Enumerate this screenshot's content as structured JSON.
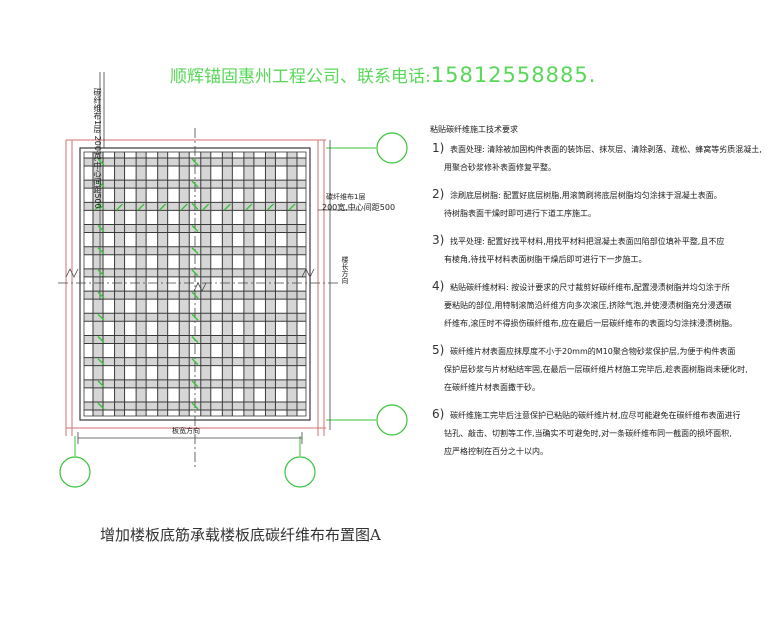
{
  "banner": {
    "company": "顺辉锚固惠州工程公司、联系电话:",
    "phone": "15812558885."
  },
  "drawing": {
    "title": "增加楼板底筋承载楼板底碳纤维布布置图A",
    "label_left_layer": "碳纤维布1层",
    "label_left_spec": "200宽,中心间距500",
    "label_right_layer": "碳纤维布1层",
    "label_right_spec": "200宽,中心间距500",
    "label_long_dir": "楼长方向",
    "label_short_dir": "板宽方向",
    "colors": {
      "grid_line": "#3a3a3a",
      "strip_fill": "#cfcfcf",
      "green": "#39c239",
      "red_axis": "#d07070",
      "dim_line": "#444444"
    }
  },
  "notes": {
    "title": "粘贴碳纤维施工技术要求",
    "items": [
      {
        "num": "1)",
        "lines": [
          "表面处理: 清除被加固构件表面的装饰层、抹灰层、清除剥落、疏松、蜂窝等劣质混凝土,",
          "用聚合砂浆修补表面修复平整。"
        ]
      },
      {
        "num": "2)",
        "lines": [
          "涂刷底层树脂: 配置好底层树脂,用滚筒刷将底层树脂均匀涂抹于混凝土表面。",
          "待树脂表面干燥时即可进行下道工序施工。"
        ]
      },
      {
        "num": "3)",
        "lines": [
          "找平处理: 配置好找平材料,用找平材料把混凝土表面凹陷部位填补平整,且不应",
          "有棱角,待找平材料表面树脂干燥后即可进行下一步施工。"
        ]
      },
      {
        "num": "4)",
        "lines": [
          "粘贴碳纤维材料: 按设计要求的尺寸裁剪好碳纤维布,配置浸渍树脂并均匀涂于所",
          "要粘贴的部位,用特制滚筒沿纤维方向多次滚压,挤除气泡,并使浸渍树脂充分浸透碳",
          "纤维布,滚压时不得损伤碳纤维布,应在最后一层碳纤维布的表面均匀涂抹浸渍树脂。"
        ]
      },
      {
        "num": "5)",
        "lines": [
          "碳纤维片材表面应抹厚度不小于20mm的M10聚合物砂浆保护层,为便于构件表面",
          "保护层砂浆与片材粘结牢固,在最后一层碳纤维片材施工完毕后,趁表面树脂尚未硬化时,",
          "在碳纤维片材表面撒干砂。"
        ]
      },
      {
        "num": "6)",
        "lines": [
          "碳纤维施工完毕后注意保护已粘贴的碳纤维片材,应尽可能避免在碳纤维布表面进行",
          "钻孔、敲击、切割等工作,当确实不可避免时,对一条碳纤维布同一截面的损坏面积,",
          "应严格控制在百分之十以内。"
        ]
      }
    ]
  }
}
